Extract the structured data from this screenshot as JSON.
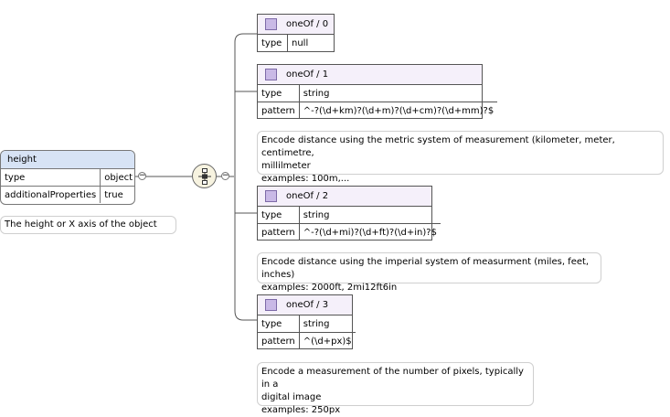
{
  "main": {
    "title": "height",
    "rows": [
      {
        "key": "type",
        "value": "object"
      },
      {
        "key": "additionalProperties",
        "value": "true"
      }
    ],
    "annotation": "The height or X axis of the object"
  },
  "choices": [
    {
      "title": "oneOf / 0",
      "rows": [
        {
          "key": "type",
          "value": "null"
        }
      ],
      "annotation": []
    },
    {
      "title": "oneOf / 1",
      "rows": [
        {
          "key": "type",
          "value": "string"
        },
        {
          "key": "pattern",
          "value": "^-?(\\d+km)?(\\d+m)?(\\d+cm)?(\\d+mm)?$"
        }
      ],
      "annotation": [
        "Encode distance using the metric system of measurement (kilometer, meter, centimetre,",
        "millilmeter",
        "examples: 100m,..."
      ]
    },
    {
      "title": "oneOf / 2",
      "rows": [
        {
          "key": "type",
          "value": "string"
        },
        {
          "key": "pattern",
          "value": "^-?(\\d+mi)?(\\d+ft)?(\\d+in)?$"
        }
      ],
      "annotation": [
        "Encode distance using the imperial system of measurment (miles, feet, inches)",
        "examples: 2000ft, 2mi12ft6in"
      ]
    },
    {
      "title": "oneOf / 3",
      "rows": [
        {
          "key": "type",
          "value": "string"
        },
        {
          "key": "pattern",
          "value": "^(\\d+px)$"
        }
      ],
      "annotation": [
        "Encode a measurement of the number of pixels, typically in a",
        "digital image",
        "examples: 250px"
      ]
    }
  ],
  "symbols": {
    "collapse": "−",
    "choice_icon": "choice-compositor-icon"
  }
}
